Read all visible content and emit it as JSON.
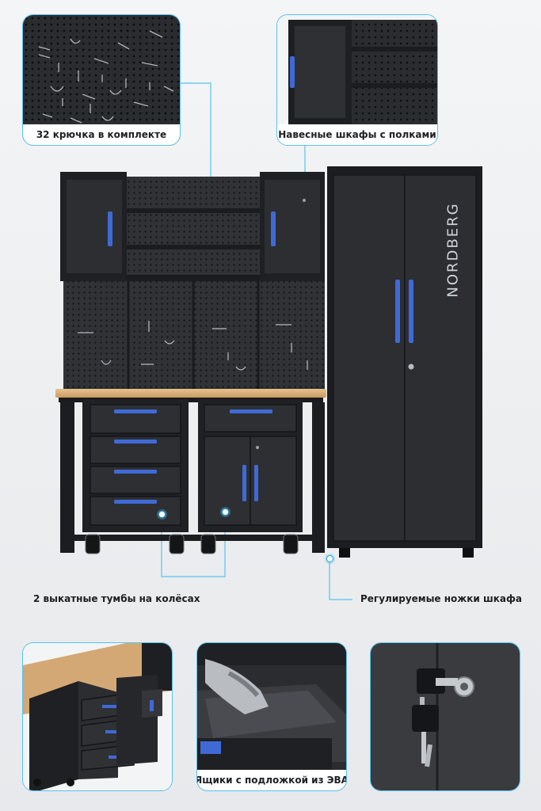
{
  "callouts": {
    "hooks": "32 крючка в комплекте",
    "wall_cabinets": "Навесные шкафы с полками",
    "rolling_cabinets": "2 выкатные тумбы на колёсах",
    "adjustable_feet": "Регулируемые ножки шкафа",
    "eva_drawers": "Ящики с подложкой из ЭВА"
  },
  "brand": {
    "name": "NORDBERG"
  },
  "colors": {
    "accent": "#3f6ad6",
    "frame": "#2b2d31",
    "callout_line": "#57c2ef",
    "worktop": "#d9b07a"
  }
}
